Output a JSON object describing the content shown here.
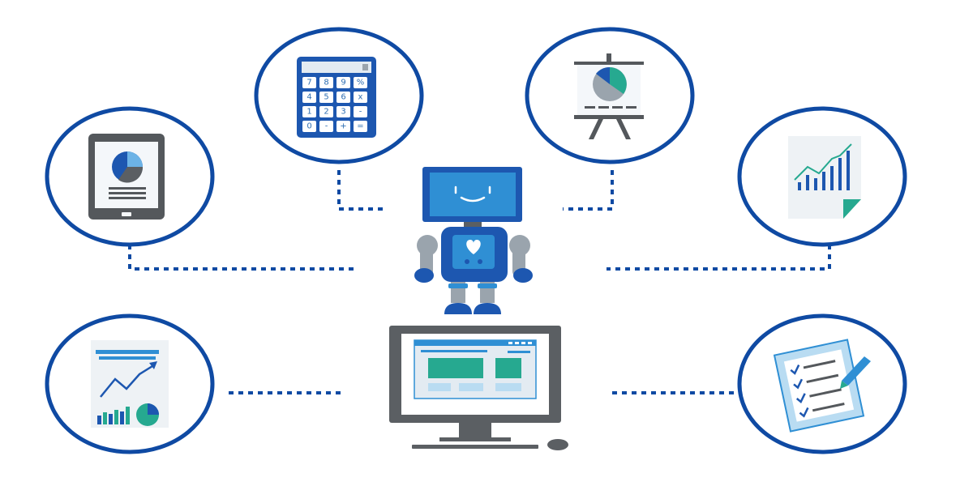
{
  "colors": {
    "ring": "#0f4aa3",
    "connector": "#0f4aa3",
    "robot_body": "#1d57b0",
    "robot_screen": "#2f8fd4",
    "robot_limb": "#9aa4ad",
    "teal": "#26a990",
    "monitor_frame": "#5b5f63",
    "panel_light": "#e3ebf2"
  },
  "icons": [
    "tablet-pie-chart-icon",
    "calculator-icon",
    "presentation-board-icon",
    "growth-report-icon",
    "analytics-report-icon",
    "checklist-icon"
  ],
  "calculator": {
    "keys": [
      "7",
      "8",
      "9",
      "%",
      "4",
      "5",
      "6",
      "x",
      "1",
      "2",
      "3",
      "-",
      "0",
      "-",
      "+",
      "="
    ]
  }
}
